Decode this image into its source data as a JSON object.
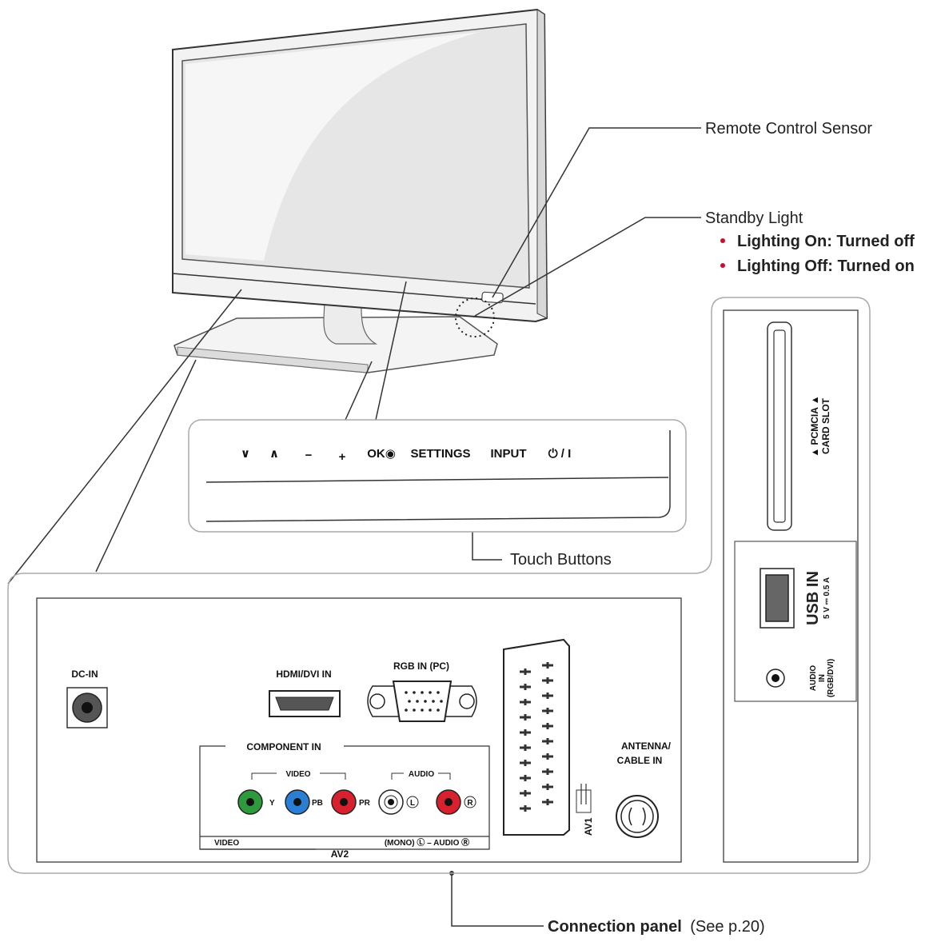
{
  "callouts": {
    "remote_sensor": "Remote Control Sensor",
    "standby_light": "Standby Light",
    "standby_bullets": [
      "Lighting On: Turned off",
      "Lighting Off: Turned on"
    ],
    "touch_buttons": "Touch Buttons",
    "connection_panel": "Connection panel",
    "connection_panel_ref": "(See p.20)"
  },
  "touch_panel": {
    "buttons": [
      "∨",
      "∧",
      "−",
      "+",
      "OK◉",
      "SETTINGS",
      "INPUT",
      "⏻ / I"
    ]
  },
  "connection_panel": {
    "dc_in": "DC-IN",
    "hdmi": "HDMI/DVI IN",
    "rgb": "RGB IN (PC)",
    "component_in": "COMPONENT IN",
    "video_group": "VIDEO",
    "audio_group": "AUDIO",
    "jack_y": "Y",
    "jack_pb": "PB",
    "jack_pr": "PR",
    "jack_l": "L",
    "jack_r": "R",
    "video_footer": "VIDEO",
    "av2": "AV2",
    "mono_audio": "(MONO) Ⓛ – AUDIO Ⓡ",
    "av1": "AV1",
    "antenna": "ANTENNA/",
    "cable_in": "CABLE IN"
  },
  "side_panel": {
    "pcmcia": "▲ PCMCIA ▲",
    "card_slot": "CARD SLOT",
    "usb_in": "USB IN",
    "usb_spec": "5 V ⎓ 0.5 A",
    "audio_in_1": "AUDIO",
    "audio_in_2": "IN",
    "audio_in_3": "(RGB/DVI)"
  },
  "colors": {
    "jack_y": "#2e9a3e",
    "jack_pb": "#2a7fd4",
    "jack_pr": "#d8202e",
    "jack_l": "#ffffff",
    "jack_r": "#d8202e",
    "bullet": "#c8102e"
  }
}
